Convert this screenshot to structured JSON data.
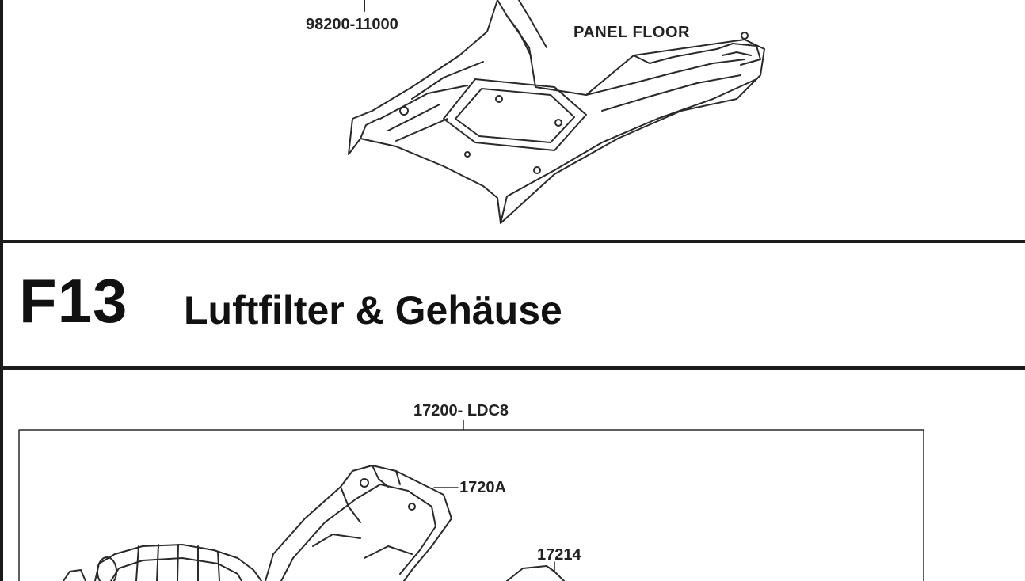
{
  "upper_section": {
    "labels": {
      "part_98200": "98200-11000",
      "panel_floor": "PANEL FLOOR"
    }
  },
  "section": {
    "code": "F13",
    "title": "Luftfilter & Gehäuse"
  },
  "lower_section": {
    "labels": {
      "part_17200": "17200- LDC8",
      "part_1720a": "1720A",
      "part_17214": "17214"
    }
  }
}
